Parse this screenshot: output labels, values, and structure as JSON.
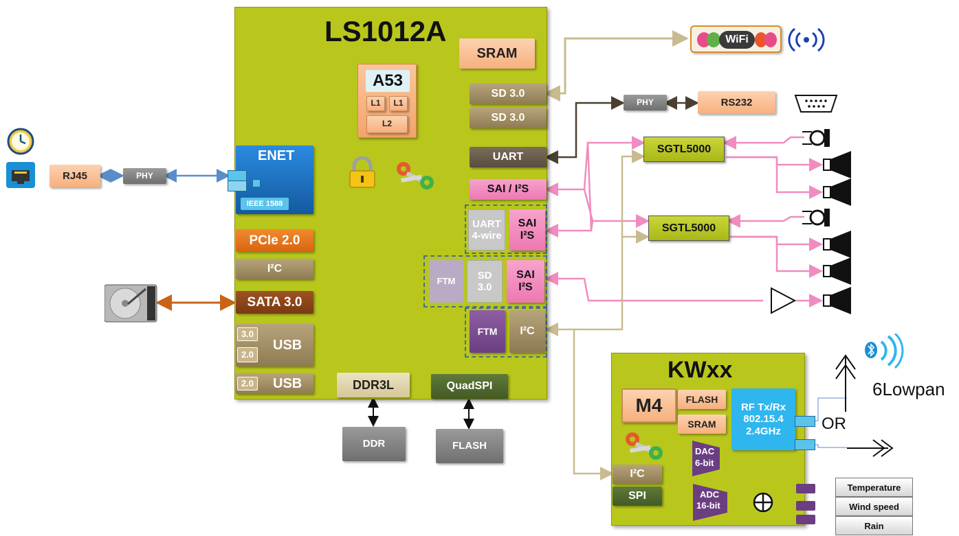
{
  "soc": {
    "title": "LS1012A",
    "sram": "SRAM",
    "a53": "A53",
    "l1a": "L1",
    "l1b": "L1",
    "l2": "L2",
    "sd1": "SD 3.0",
    "sd2": "SD 3.0",
    "enet": "ENET",
    "ieee": "IEEE 1588",
    "uart": "UART",
    "sai": "SAI / I²S",
    "uart4_a": "UART",
    "uart4_b": "4-wire",
    "sai2_a": "SAI",
    "sai2_b": "I²S",
    "ftm1": "FTM",
    "sd3_a": "SD",
    "sd3_b": "3.0",
    "sai3_a": "SAI",
    "sai3_b": "I²S",
    "ftm2": "FTM",
    "i2c_right": "I²C",
    "pcie": "PCIe 2.0",
    "i2c_left": "I²C",
    "sata": "SATA 3.0",
    "usb30": "3.0",
    "usb20a": "2.0",
    "usb1": "USB",
    "usb20b": "2.0",
    "usb2": "USB",
    "ddr3l": "DDR3L",
    "quadspi": "QuadSPI"
  },
  "external": {
    "rj45": "RJ45",
    "phy_left": "PHY",
    "phy_right": "PHY",
    "rs232": "RS232",
    "ddr": "DDR",
    "flash": "FLASH",
    "sgtl1": "SGTL5000",
    "sgtl2": "SGTL5000",
    "wifi_text": "WiFi"
  },
  "kw": {
    "title": "KWxx",
    "m4": "M4",
    "flash": "FLASH",
    "sram": "SRAM",
    "rf1": "RF Tx/Rx",
    "rf2": "802.15.4",
    "rf3": "2.4GHz",
    "dac1": "DAC",
    "dac2": "6-bit",
    "adc1": "ADC",
    "adc2": "16-bit",
    "i2c": "I²C",
    "spi": "SPI"
  },
  "sensors": [
    "Temperature",
    "Wind speed",
    "Rain"
  ],
  "wireless": {
    "sixlowpan": "6Lowpan",
    "or": "OR"
  },
  "colors": {
    "soc": "#b9c71c",
    "enet": "#1f78c8",
    "pcie": "#e8751a",
    "sata": "#8a3f10",
    "rf": "#2fb6ee",
    "pink_line": "#f08cbf",
    "tan_line": "#c9bb90",
    "dark_line": "#4a4030",
    "blue_line": "#5a8cc8",
    "orange_line": "#c86418",
    "purple_line": "#6b3e82"
  },
  "icons": [
    "clock-icon",
    "ethernet-port-icon",
    "hard-drive-icon",
    "padlock-icon",
    "keys-icon",
    "wifi-logo-icon",
    "radio-waves-icon",
    "serial-port-icon",
    "microphone-icon",
    "speaker-icon",
    "amplifier-icon",
    "bluetooth-icon",
    "antenna-icon",
    "sum-junction-icon"
  ]
}
